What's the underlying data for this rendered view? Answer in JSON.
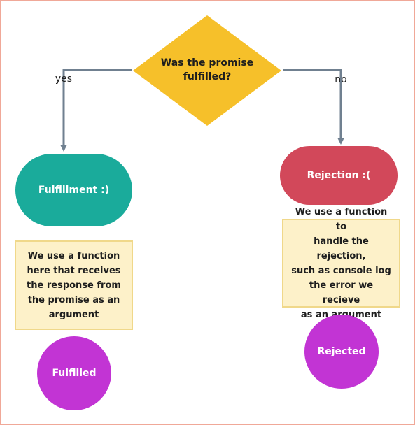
{
  "decision": {
    "line1": "Was the promise",
    "line2": "fulfilled?"
  },
  "branches": {
    "yes_label": "yes",
    "no_label": "no"
  },
  "fulfillment": {
    "label": "Fulfillment :)",
    "note_lines": [
      "We use a function",
      "here that receives",
      "the response from",
      "the promise as an",
      "argument"
    ],
    "state": "Fulfilled"
  },
  "rejection": {
    "label": "Rejection :(",
    "note_lines": [
      "We use a function to",
      "handle the rejection,",
      "such as console log",
      "the error we recieve",
      "as an argument"
    ],
    "state": "Rejected"
  },
  "colors": {
    "decision": "#f6c02a",
    "fulfillment": "#1aab9b",
    "rejection": "#d2485a",
    "note_fill": "#fdf1c9",
    "state_circle": "#c234d4",
    "connector": "#708090"
  }
}
